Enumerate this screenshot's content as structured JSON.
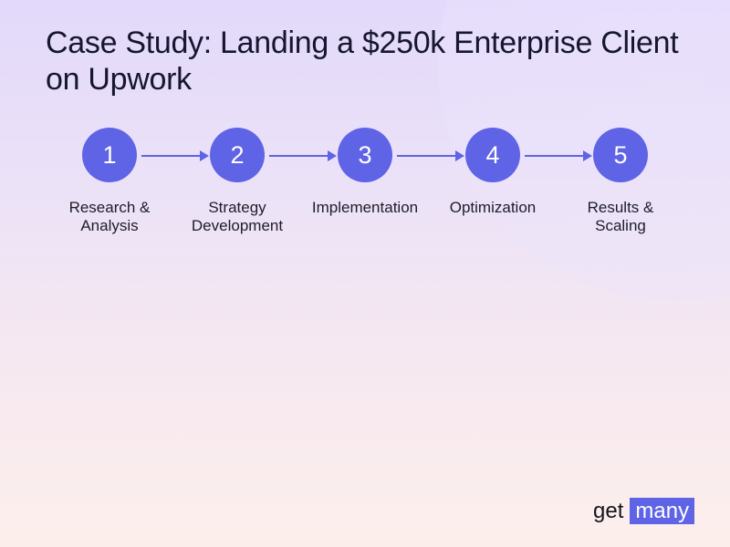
{
  "slide": {
    "title": "Case Study: Landing a $250k Enterprise Client on Upwork",
    "colors": {
      "accent": "#5f63e6",
      "text": "#16162e"
    }
  },
  "process": {
    "steps": [
      {
        "number": "1",
        "label_line1": "Research &",
        "label_line2": "Analysis"
      },
      {
        "number": "2",
        "label_line1": "Strategy",
        "label_line2": "Development"
      },
      {
        "number": "3",
        "label_line1": "Implementation",
        "label_line2": ""
      },
      {
        "number": "4",
        "label_line1": "Optimization",
        "label_line2": ""
      },
      {
        "number": "5",
        "label_line1": "Results &",
        "label_line2": "Scaling"
      }
    ]
  },
  "logo": {
    "part1": "get",
    "part2": "many"
  }
}
